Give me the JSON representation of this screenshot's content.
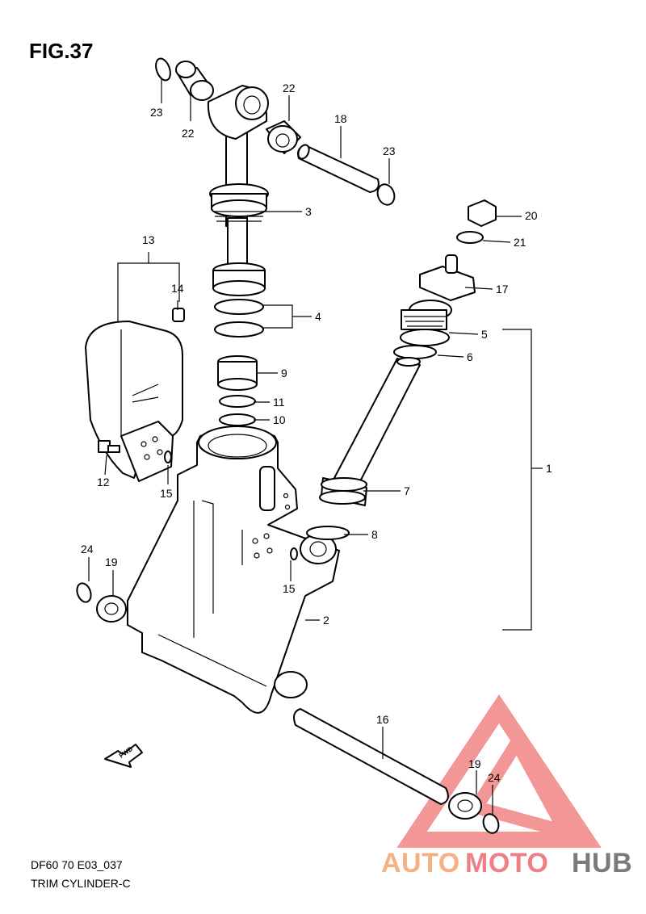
{
  "figure": {
    "title": "FIG.37",
    "code": "DF60 70 E03_037",
    "name": "TRIM CYLINDER-C",
    "direction_marker": "FWD"
  },
  "callouts": {
    "p1": "1",
    "p2": "2",
    "p3": "3",
    "p4": "4",
    "p5": "5",
    "p6": "6",
    "p7": "7",
    "p8": "8",
    "p9": "9",
    "p10": "10",
    "p11": "11",
    "p12": "12",
    "p13": "13",
    "p14": "14",
    "p15a": "15",
    "p15b": "15",
    "p16": "16",
    "p17": "17",
    "p18": "18",
    "p19a": "19",
    "p19b": "19",
    "p20": "20",
    "p21": "21",
    "p22a": "22",
    "p22b": "22",
    "p23a": "23",
    "p23b": "23",
    "p24a": "24",
    "p24b": "24"
  },
  "watermark": {
    "part1": "AUTO",
    "part2": "MOTO",
    "part3": "HUB",
    "colors": {
      "auto": "#f5b183",
      "moto": "#ef7f86",
      "hub": "#7a7a7a",
      "triangle": "#ee6b6b"
    }
  }
}
